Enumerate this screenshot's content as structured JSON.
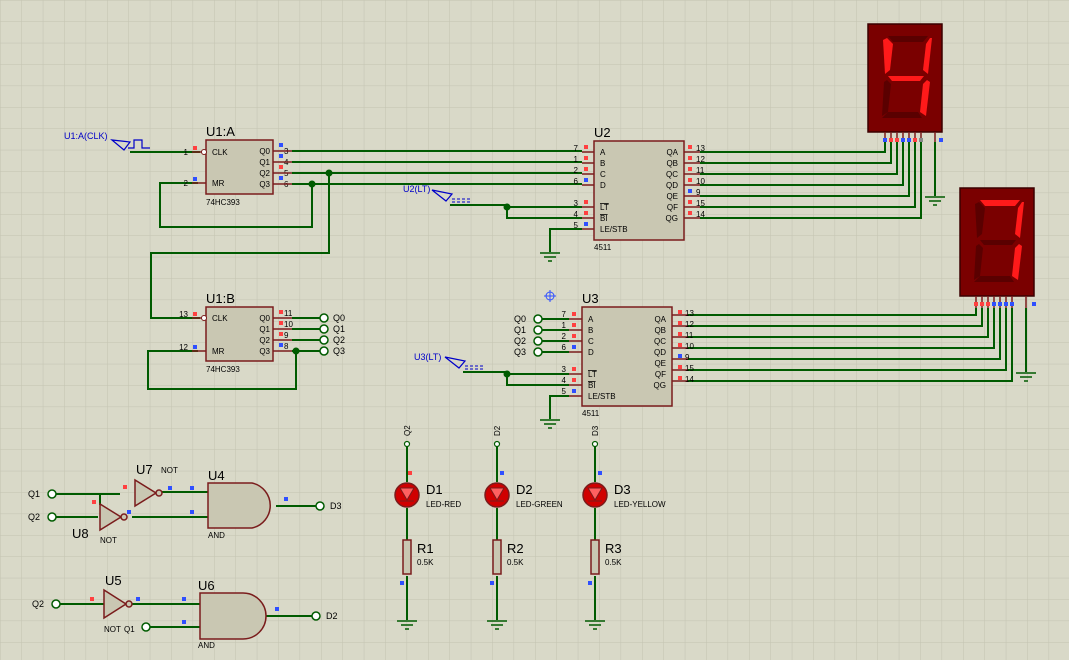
{
  "colors": {
    "background": "#d9d9c8",
    "grid": "#c3c3b1",
    "wire": "#005b00",
    "component_outline": "#7a1c1c",
    "component_fill": "#c9c7b2",
    "pin_high": "#ff4040",
    "pin_low": "#2f4fff",
    "text": "#000000",
    "generator_label": "#0000c8",
    "display_body": "#7a0000",
    "segment_on": "#ff1a1a",
    "segment_off": "#5a0000",
    "led_fill": "#b00000"
  },
  "icons": [
    "clock-generator-icon",
    "logic-state-generator-icon",
    "ground-icon",
    "terminal-icon",
    "led-icon",
    "resistor-icon",
    "not-gate-icon",
    "and-gate-icon",
    "seven-segment-display-icon",
    "crosshair-icon"
  ],
  "generators": {
    "clock": "U1:A(CLK)",
    "u2_lt": "U2(LT)",
    "u3_lt": "U3(LT)"
  },
  "counter_a": {
    "ref": "U1:A",
    "part": "74HC393",
    "left_pins": [
      {
        "num": "1",
        "name": "CLK"
      },
      {
        "num": "2",
        "name": "MR"
      }
    ],
    "right_pins": [
      {
        "num": "3",
        "name": "Q0"
      },
      {
        "num": "4",
        "name": "Q1"
      },
      {
        "num": "5",
        "name": "Q2"
      },
      {
        "num": "6",
        "name": "Q3"
      }
    ]
  },
  "counter_b": {
    "ref": "U1:B",
    "part": "74HC393",
    "left_pins": [
      {
        "num": "13",
        "name": "CLK"
      },
      {
        "num": "12",
        "name": "MR"
      }
    ],
    "right_pins": [
      {
        "num": "11",
        "name": "Q0"
      },
      {
        "num": "10",
        "name": "Q1"
      },
      {
        "num": "9",
        "name": "Q2"
      },
      {
        "num": "8",
        "name": "Q3"
      }
    ],
    "terminals": [
      "Q0",
      "Q1",
      "Q2",
      "Q3"
    ]
  },
  "decoder_u2": {
    "ref": "U2",
    "part": "4511",
    "left_pins": [
      {
        "num": "7",
        "name": "A"
      },
      {
        "num": "1",
        "name": "B"
      },
      {
        "num": "2",
        "name": "C"
      },
      {
        "num": "6",
        "name": "D"
      },
      {
        "num": "3",
        "name": "LT"
      },
      {
        "num": "4",
        "name": "BI"
      },
      {
        "num": "5",
        "name": "LE/STB"
      }
    ],
    "right_pins": [
      {
        "num": "13",
        "name": "QA"
      },
      {
        "num": "12",
        "name": "QB"
      },
      {
        "num": "11",
        "name": "QC"
      },
      {
        "num": "10",
        "name": "QD"
      },
      {
        "num": "9",
        "name": "QE"
      },
      {
        "num": "15",
        "name": "QF"
      },
      {
        "num": "14",
        "name": "QG"
      }
    ]
  },
  "decoder_u3": {
    "ref": "U3",
    "part": "4511",
    "input_terminals": [
      "Q0",
      "Q1",
      "Q2",
      "Q3"
    ],
    "left_pins": [
      {
        "num": "7",
        "name": "A"
      },
      {
        "num": "1",
        "name": "B"
      },
      {
        "num": "2",
        "name": "C"
      },
      {
        "num": "6",
        "name": "D"
      },
      {
        "num": "3",
        "name": "LT"
      },
      {
        "num": "4",
        "name": "BI"
      },
      {
        "num": "5",
        "name": "LE/STB"
      }
    ],
    "right_pins": [
      {
        "num": "13",
        "name": "QA"
      },
      {
        "num": "12",
        "name": "QB"
      },
      {
        "num": "11",
        "name": "QC"
      },
      {
        "num": "10",
        "name": "QD"
      },
      {
        "num": "9",
        "name": "QE"
      },
      {
        "num": "15",
        "name": "QF"
      },
      {
        "num": "14",
        "name": "QG"
      }
    ]
  },
  "display_top": {
    "digit": "4",
    "lit_segments": [
      "b",
      "c",
      "f",
      "g"
    ]
  },
  "display_bottom": {
    "digit": "7",
    "lit_segments": [
      "a",
      "b",
      "c"
    ]
  },
  "logic_d3": {
    "inputs": [
      "Q1",
      "Q2"
    ],
    "not_top": {
      "ref": "U7",
      "type": "NOT"
    },
    "not_bottom": {
      "ref": "U8",
      "type": "NOT"
    },
    "and_gate": {
      "ref": "U4",
      "type": "AND"
    },
    "output": "D3"
  },
  "logic_d2": {
    "input": "Q2",
    "second_input": "Q1",
    "not_gate": {
      "ref": "U5",
      "type": "NOT"
    },
    "and_gate": {
      "ref": "U6",
      "type": "AND"
    },
    "output": "D2"
  },
  "leds": [
    {
      "net": "Q2",
      "ref": "D1",
      "type": "LED-RED",
      "color": "#d00000",
      "resistor": "R1",
      "value": "0.5K"
    },
    {
      "net": "D2",
      "ref": "D2",
      "type": "LED-GREEN",
      "color": "#d00000",
      "resistor": "R2",
      "value": "0.5K"
    },
    {
      "net": "D3",
      "ref": "D3",
      "type": "LED-YELLOW",
      "color": "#d00000",
      "resistor": "R3",
      "value": "0.5K"
    }
  ]
}
